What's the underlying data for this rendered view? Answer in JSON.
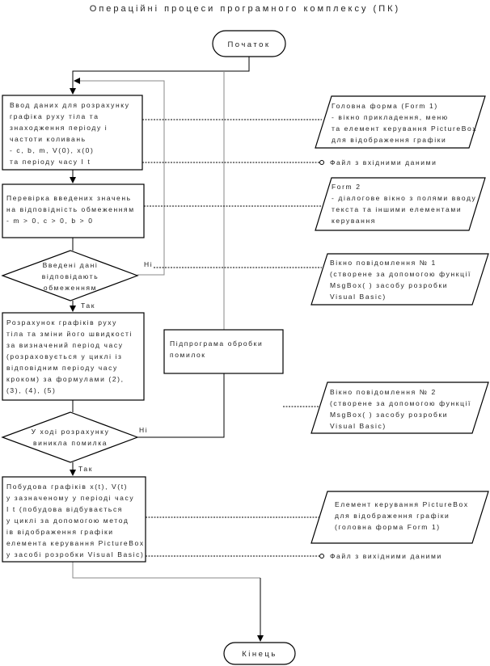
{
  "title": "Операційні процеси програмного комплексу (ПК)",
  "start": "Початок",
  "end": "Кінець",
  "process_1": [
    "Ввод даних для розрахунку",
    "графіка руху тіла та",
    "знаходження періоду і",
    "частоти коливань",
    " - c, b, m, V(0), x(0)",
    "та періоду часу I t"
  ],
  "process_2": [
    "Перевірка введених значень",
    "на відповідність обмеженням",
    "- m > 0, c > 0, b > 0"
  ],
  "decision_1": [
    "Введені дані",
    "відповідають",
    "обмеженням"
  ],
  "decision_1_no": "Ні",
  "decision_1_yes": "Так",
  "process_3": [
    "Розрахунок графіків руху",
    "тіла та зміни його швидкості",
    "за визначений період часу",
    "(розраховується у циклі із",
    "відповідним періоду часу",
    "кроком) за формулами (2),",
    "(3), (4), (5)"
  ],
  "subroutine": [
    "Підпрограма обробки",
    "помилок"
  ],
  "decision_2": [
    "У ході розрахунку",
    "виникла помилка"
  ],
  "decision_2_no": "Ні",
  "decision_2_yes": "Так",
  "process_4": [
    "Побудова графіків x(t), V(t)",
    "у зазначеному у періоді часу",
    "I t (побудова відбувається",
    "у циклі за допомогою метод",
    "ів відображення графіки",
    "елемента керування PictureBox",
    "у засобі розробки Visual Basic)"
  ],
  "io_1": [
    "Головна форма (Form 1)",
    "- вікно прикладення, меню",
    "та елемент керування PictureBox",
    "для відображення графіки"
  ],
  "io_2": [
    "Form 2",
    "- діалогове вікно з полями вводу",
    "текста та іншими елементами",
    "керування"
  ],
  "io_3": [
    "Вікно повідомлення № 1",
    "(створене за допомогою функції",
    "MsgBox( ) засобу розробки",
    "Visual Basic)"
  ],
  "io_4": [
    "Вікно повідомлення № 2",
    "(створене за допомогою функції",
    "MsgBox( ) засобу розробки",
    "Visual Basic)"
  ],
  "io_5": [
    "Елемент керування PictureBox",
    "для відображення графіки",
    "(головна форма Form 1)"
  ],
  "file_input": "Файл з вхідними даними",
  "file_output": "Файл з вихідними даними"
}
